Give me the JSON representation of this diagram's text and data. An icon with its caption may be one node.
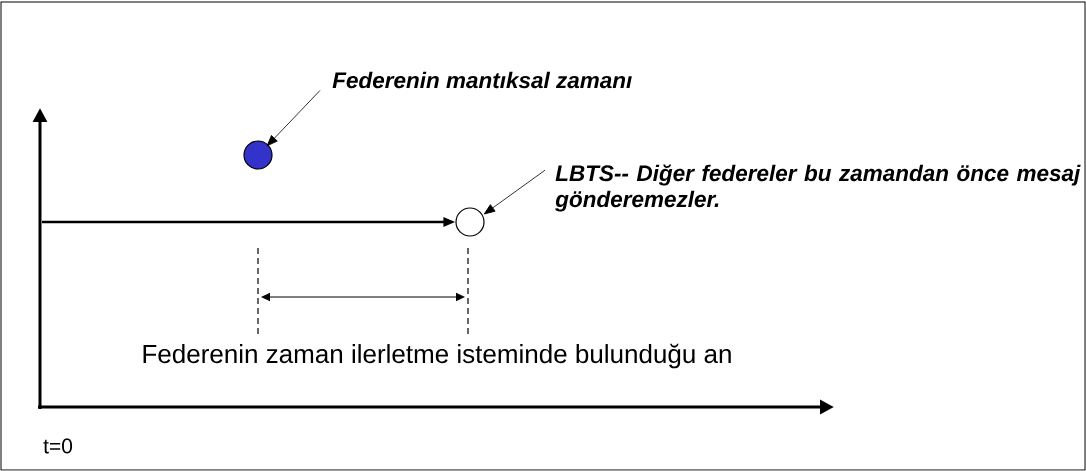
{
  "diagram": {
    "nodes": [
      {
        "text": [
          "Federenin mantıksal zamanı"
        ]
      },
      {
        "text": [],
        "shape": "circle"
      },
      {
        "text": [
          "LBTS-- Diğer federeler bu zamandan önce mesaj gönderemezler."
        ]
      },
      {
        "text": [],
        "shape": "circle"
      }
    ],
    "edges": [
      {
        "from": 0,
        "to": 1,
        "arrow": "to"
      },
      {
        "from": 2,
        "to": 3,
        "arrow": "to"
      },
      {
        "from": null,
        "to": 3,
        "arrow": "to",
        "style": "thick"
      }
    ],
    "labels": [
      "Federenin zaman ilerletme isteminde bulunduğu an",
      "t=0"
    ]
  }
}
